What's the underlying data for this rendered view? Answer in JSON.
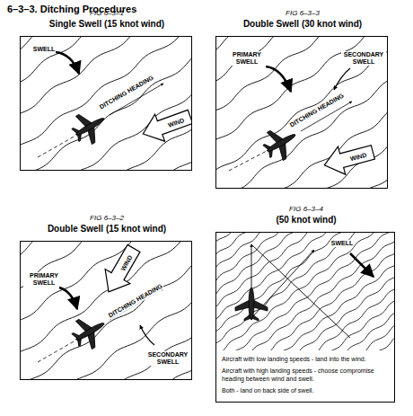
{
  "diagram": {
    "title": "6–3–3. Ditching Procedures",
    "nodes": [
      {
        "text": [
          "FIG 6–3–1",
          "Single Swell (15 knot wind)",
          "SWELL",
          "DITCHING HEADING",
          "WIND"
        ]
      },
      {
        "text": [
          "FIG 6–3–3",
          "Double Swell (30 knot wind)",
          "PRIMARY SWELL",
          "SECONDARY SWELL",
          "DITCHING HEADING",
          "WIND"
        ]
      },
      {
        "text": [
          "FIG 6–3–2",
          "Double Swell (15 knot wind)",
          "PRIMARY SWELL",
          "WIND",
          "DITCHING HEADING",
          "SECONDARY SWELL"
        ]
      },
      {
        "text": [
          "FIG 6–3–4",
          "(50 knot wind)",
          "SWELL",
          "Aircraft with low landing speeds - land into the wind.",
          "Aircraft with high landing speeds - choose compromise heading between wind and swell.",
          "Both - land on back side of swell."
        ]
      }
    ]
  }
}
